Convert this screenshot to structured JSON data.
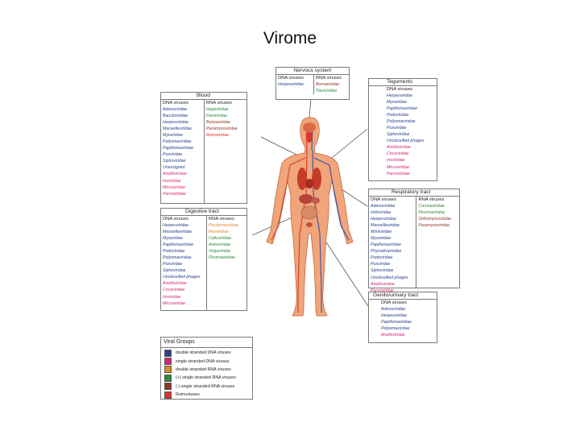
{
  "title": "Virome",
  "colors": {
    "dsDNA": "#2b3f8f",
    "ssDNA": "#d7247a",
    "dsRNA": "#e08a2a",
    "posRNA": "#2a8a3c",
    "negRNA": "#8b3a1e",
    "retro": "#e0302a"
  },
  "nervous": {
    "title": "Nervous system",
    "dna_head": "DNA viruses",
    "rna_head": "RNA viruses",
    "dna": [
      {
        "name": "Herpesviridae",
        "group": "dsDNA"
      }
    ],
    "rna": [
      {
        "name": "Bornaviridae",
        "group": "negRNA"
      },
      {
        "name": "Flaviviridae",
        "group": "posRNA"
      }
    ]
  },
  "blood": {
    "title": "Blood",
    "dna_head": "DNA viruses",
    "rna_head": "RNA viruses",
    "dna": [
      {
        "name": "Adenoviridae",
        "group": "dsDNA"
      },
      {
        "name": "Baculoviridae",
        "group": "dsDNA"
      },
      {
        "name": "Herpesviridae",
        "group": "dsDNA"
      },
      {
        "name": "Marseilleviridae",
        "group": "dsDNA"
      },
      {
        "name": "Myoviridae",
        "group": "dsDNA"
      },
      {
        "name": "Polyomaviridae",
        "group": "dsDNA"
      },
      {
        "name": "Papillomaviridae",
        "group": "dsDNA"
      },
      {
        "name": "Poxviridae",
        "group": "dsDNA"
      },
      {
        "name": "Siphoviridae",
        "group": "dsDNA"
      },
      {
        "name": "Unassigned",
        "group": "dsDNA"
      },
      {
        "name": "Anelloviridae",
        "group": "ssDNA"
      },
      {
        "name": "Inoviridae",
        "group": "ssDNA"
      },
      {
        "name": "Microviridae",
        "group": "ssDNA"
      },
      {
        "name": "Parvoviridae",
        "group": "ssDNA"
      }
    ],
    "rna": [
      {
        "name": "Hepeviridae",
        "group": "posRNA"
      },
      {
        "name": "Flaviviridae",
        "group": "posRNA"
      },
      {
        "name": "Bunyaviridae",
        "group": "negRNA"
      },
      {
        "name": "Paramyxoviridae",
        "group": "negRNA"
      },
      {
        "name": "Retroviridae",
        "group": "retro"
      }
    ]
  },
  "teguments": {
    "title": "Teguments",
    "dna_head": "DNA viruses",
    "dna": [
      {
        "name": "Herpesviridae",
        "group": "dsDNA"
      },
      {
        "name": "Myoviridae",
        "group": "dsDNA"
      },
      {
        "name": "Papillomaviridae",
        "group": "dsDNA"
      },
      {
        "name": "Podoviridae",
        "group": "dsDNA"
      },
      {
        "name": "Polyomaviridae",
        "group": "dsDNA"
      },
      {
        "name": "Poxviridae",
        "group": "dsDNA"
      },
      {
        "name": "Siphoviridae",
        "group": "dsDNA"
      },
      {
        "name": "Unclassified phages",
        "group": "dsDNA"
      },
      {
        "name": "Anelloviridae",
        "group": "ssDNA"
      },
      {
        "name": "Circoviridae",
        "group": "ssDNA"
      },
      {
        "name": "Inoviridae",
        "group": "ssDNA"
      },
      {
        "name": "Microviridae",
        "group": "ssDNA"
      },
      {
        "name": "Parvoviridae",
        "group": "ssDNA"
      }
    ]
  },
  "respiratory": {
    "title": "Respiratory tract",
    "dna_head": "DNA viruses",
    "rna_head": "RNA viruses",
    "dna": [
      {
        "name": "Adenoviridae",
        "group": "dsDNA"
      },
      {
        "name": "Iridoviridae",
        "group": "dsDNA"
      },
      {
        "name": "Herpesviridae",
        "group": "dsDNA"
      },
      {
        "name": "Marseilleviridae",
        "group": "dsDNA"
      },
      {
        "name": "Mimiviridae",
        "group": "dsDNA"
      },
      {
        "name": "Myoviridae",
        "group": "dsDNA"
      },
      {
        "name": "Papillomaviridae",
        "group": "dsDNA"
      },
      {
        "name": "Phycodnaviridae",
        "group": "dsDNA"
      },
      {
        "name": "Podoviridae",
        "group": "dsDNA"
      },
      {
        "name": "Poxviridae",
        "group": "dsDNA"
      },
      {
        "name": "Siphoviridae",
        "group": "dsDNA"
      },
      {
        "name": "Unclassified phages",
        "group": "dsDNA"
      },
      {
        "name": "Anelloviridae",
        "group": "ssDNA"
      },
      {
        "name": "Parvoviridae",
        "group": "ssDNA"
      }
    ],
    "rna": [
      {
        "name": "Coronaviridae",
        "group": "posRNA"
      },
      {
        "name": "Picornaviridae",
        "group": "posRNA"
      },
      {
        "name": "Orthomyxoviridae",
        "group": "negRNA"
      },
      {
        "name": "Paramyxoviridae",
        "group": "negRNA"
      }
    ]
  },
  "digestive": {
    "title": "Digestive tract",
    "dna_head": "DNA viruses",
    "rna_head": "RNA viruses",
    "dna": [
      {
        "name": "Herpesviridae",
        "group": "dsDNA"
      },
      {
        "name": "Marseilleviridae",
        "group": "dsDNA"
      },
      {
        "name": "Myoviridae",
        "group": "dsDNA"
      },
      {
        "name": "Papillomaviridae",
        "group": "dsDNA"
      },
      {
        "name": "Podoviridae",
        "group": "dsDNA"
      },
      {
        "name": "Polyomaviridae",
        "group": "dsDNA"
      },
      {
        "name": "Poxviridae",
        "group": "dsDNA"
      },
      {
        "name": "Siphoviridae",
        "group": "dsDNA"
      },
      {
        "name": "Unclassified phages",
        "group": "dsDNA"
      },
      {
        "name": "Anelloviridae",
        "group": "ssDNA"
      },
      {
        "name": "Circoviridae",
        "group": "ssDNA"
      },
      {
        "name": "Inoviridae",
        "group": "ssDNA"
      },
      {
        "name": "Microviridae",
        "group": "ssDNA"
      }
    ],
    "rna": [
      {
        "name": "Picobirnaviridae",
        "group": "dsRNA"
      },
      {
        "name": "Reoviridae",
        "group": "dsRNA"
      },
      {
        "name": "Caliciviridae",
        "group": "posRNA"
      },
      {
        "name": "Astroviridae",
        "group": "posRNA"
      },
      {
        "name": "Virgaviridae",
        "group": "posRNA"
      },
      {
        "name": "Picornaviridae",
        "group": "posRNA"
      }
    ]
  },
  "genito": {
    "title": "Genito/urinary tract",
    "dna_head": "DNA viruses",
    "dna": [
      {
        "name": "Adenoviridae",
        "group": "dsDNA"
      },
      {
        "name": "Herpesviridae",
        "group": "dsDNA"
      },
      {
        "name": "Papillomaviridae",
        "group": "dsDNA"
      },
      {
        "name": "Polyomaviridae",
        "group": "dsDNA"
      },
      {
        "name": "Anelloviridae",
        "group": "ssDNA"
      }
    ]
  },
  "legend": {
    "title": "Viral Groups",
    "items": [
      {
        "label": "double stranded DNA viruses",
        "group": "dsDNA"
      },
      {
        "label": "single stranded DNA viruses",
        "group": "ssDNA"
      },
      {
        "label": "double stranded RNA viruses",
        "group": "dsRNA"
      },
      {
        "label": "(+) single stranded RNA viruses",
        "group": "posRNA"
      },
      {
        "label": "(-) single stranded RNA viruses",
        "group": "negRNA"
      },
      {
        "label": "Retroviruses",
        "group": "retro"
      }
    ]
  }
}
